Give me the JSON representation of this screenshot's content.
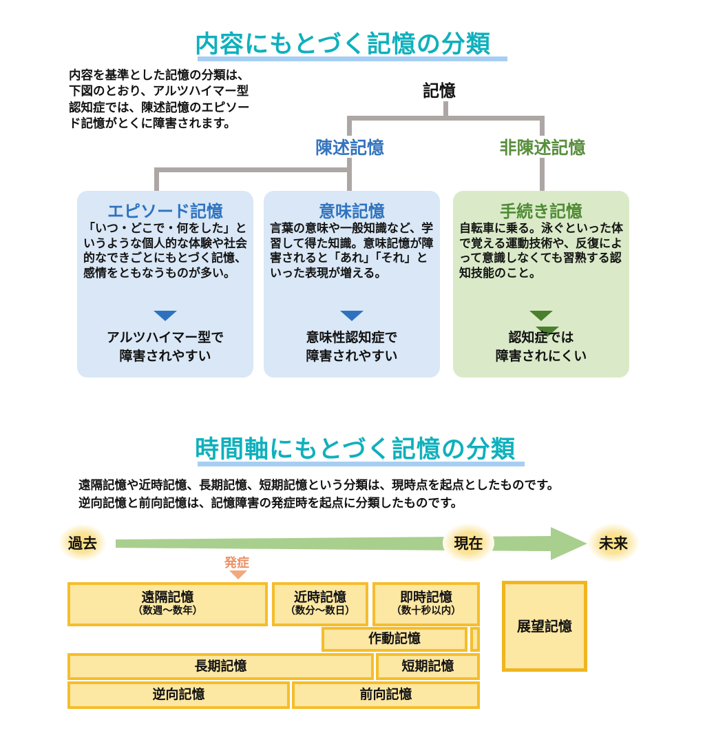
{
  "section_content": {
    "title": "内容にもとづく記憶の分類",
    "intro": "内容を基準とした記憶の分類は、\n下図のとおり、アルツハイマー型\n認知症では、陳述記憶のエピソー\nド記憶がとくに障害されます。",
    "tree": {
      "root": "記憶",
      "declarative": "陳述記憶",
      "nondeclarative": "非陳述記憶"
    },
    "cards": [
      {
        "title": "エピソード記憶",
        "body": "「いつ・どこで・何をした」というような個人的な体験や社会的なできごとにもとづく記憶、感情をともなうものが多い。",
        "note": "アルツハイマー型で\n障害されやすい"
      },
      {
        "title": "意味記憶",
        "body": "言葉の意味や一般知識など、学習して得た知識。意味記憶が障害されると「あれ」「それ」といった表現が増える。",
        "note": "意味性認知症で\n障害されやすい"
      },
      {
        "title": "手続き記憶",
        "body": "自転車に乗る。泳ぐといった体で覚える運動技術や、反復によって意識しなくても習熟する認知技能のこと。",
        "note": "認知症では\n障害されにくい"
      }
    ]
  },
  "section_time": {
    "title": "時間軸にもとづく記憶の分類",
    "intro": "遠隔記憶や近時記憶、長期記憶、短期記憶という分類は、現時点を起点としたものです。\n逆向記憶と前向記憶は、記憶障害の発症時を起点に分類したものです。",
    "timeline": {
      "past": "過去",
      "present": "現在",
      "future": "未来",
      "onset": "発症"
    },
    "boxes": {
      "remote": "遠隔記憶",
      "remote_sub": "（数週～数年）",
      "recent": "近時記憶",
      "recent_sub": "（数分～数日）",
      "immediate": "即時記憶",
      "immediate_sub": "（数十秒以内）",
      "working": "作動記憶",
      "long_term": "長期記憶",
      "short_term": "短期記憶",
      "retrograde": "逆向記憶",
      "anterograde": "前向記憶",
      "prospective": "展望記憶"
    }
  },
  "colors": {
    "section_title_teal": "#0FB0BC",
    "title_underline_blue": "#A6CEF2",
    "declarative_blue": "#3574BE",
    "nondeclarative_green": "#588E3C",
    "card_blue_bg": "#D9E7F6",
    "card_green_bg": "#DAEAC8",
    "connector_gray": "#ACA7A4",
    "timeline_arrow_green": "#A9CF8E",
    "onset_salmon": "#ED8F63",
    "box_fill_yellow": "#FCE7A3",
    "box_border_gold": "#F5BD2C"
  }
}
